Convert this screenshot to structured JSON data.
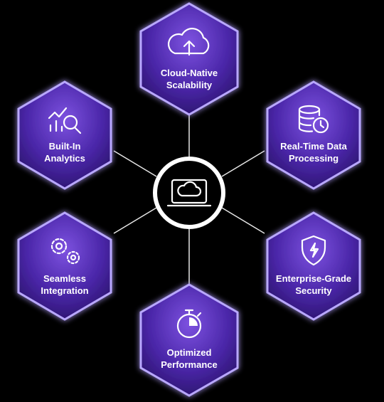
{
  "hub": {
    "icon": "laptop-cloud-icon"
  },
  "nodes": [
    {
      "id": "cloud-native",
      "line1": "Cloud-Native",
      "line2": "Scalability",
      "icon": "cloud-upload-icon"
    },
    {
      "id": "real-time",
      "line1": "Real-Time Data",
      "line2": "Processing",
      "icon": "database-clock-icon"
    },
    {
      "id": "enterprise",
      "line1": "Enterprise-Grade",
      "line2": "Security",
      "icon": "shield-lightning-icon"
    },
    {
      "id": "optimized",
      "line1": "Optimized",
      "line2": "Performance",
      "icon": "stopwatch-icon"
    },
    {
      "id": "seamless",
      "line1": "Seamless",
      "line2": "Integration",
      "icon": "gears-icon"
    },
    {
      "id": "built-in",
      "line1": "Built-In",
      "line2": "Analytics",
      "icon": "chart-magnifier-icon"
    }
  ],
  "colors": {
    "background": "#000000",
    "hex_fill_top": "#6a3fd0",
    "hex_fill_bottom": "#2a1470",
    "hex_border": "#b9a8ff",
    "connector": "#e6e6e6",
    "hub_ring": "#ffffff"
  }
}
